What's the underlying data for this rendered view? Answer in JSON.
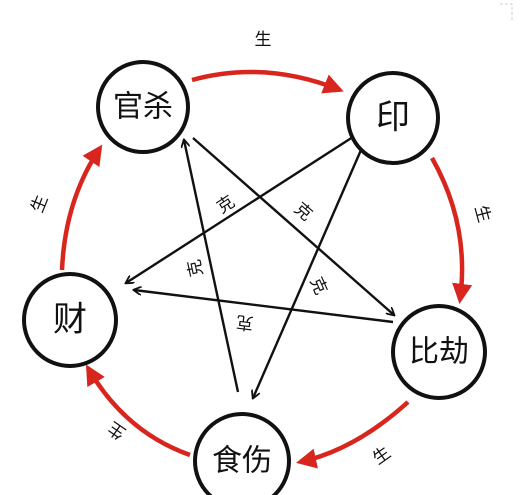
{
  "colors": {
    "generate": "#d8261e",
    "control": "#111111",
    "node_stroke": "#111111",
    "node_fill": "#ffffff",
    "background": "#ffffff"
  },
  "nodes": {
    "guansha": "官杀",
    "yin": "印",
    "bijie": "比劫",
    "shishang": "食伤",
    "cai": "财"
  },
  "generate_cycle": [
    {
      "from": "guansha",
      "to": "yin",
      "label": "生"
    },
    {
      "from": "yin",
      "to": "bijie",
      "label": "生"
    },
    {
      "from": "bijie",
      "to": "shishang",
      "label": "生"
    },
    {
      "from": "shishang",
      "to": "cai",
      "label": "生"
    },
    {
      "from": "cai",
      "to": "guansha",
      "label": "生"
    }
  ],
  "control_cycle": [
    {
      "from": "guansha",
      "to": "bijie",
      "label": "克"
    },
    {
      "from": "yin",
      "to": "cai",
      "label": "克"
    },
    {
      "from": "yin",
      "to": "shishang",
      "label": "克"
    },
    {
      "from": "bijie",
      "to": "cai",
      "label": "克"
    },
    {
      "from": "shishang",
      "to": "guansha",
      "label": "克"
    }
  ]
}
